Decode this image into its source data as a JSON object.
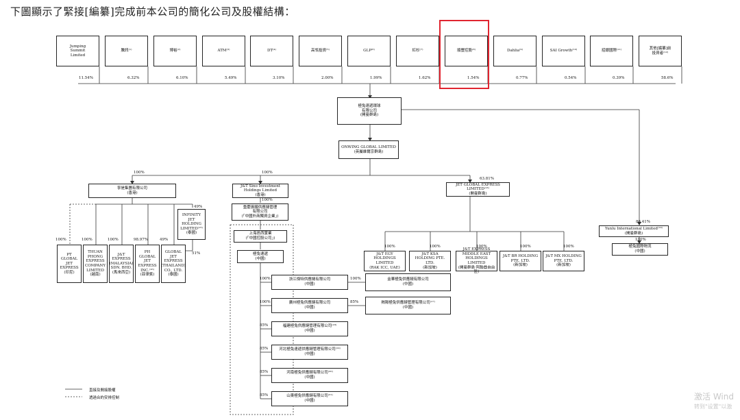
{
  "heading": "下圖顯示了緊接[編纂]完成前本公司的簡化公司及股權結構：",
  "shareholders": [
    {
      "name": "Jumping\nSummit\nLimited",
      "pct": "11.54%"
    },
    {
      "name": "騰訊⁽¹⁾",
      "pct": "6.32%"
    },
    {
      "name": "博裕⁽²⁾",
      "pct": "6.10%"
    },
    {
      "name": "ATM⁽³⁾",
      "pct": "5.49%"
    },
    {
      "name": "DT⁽⁴⁾",
      "pct": "3.10%"
    },
    {
      "name": "高瓴投資⁽⁵⁾",
      "pct": "2.00%"
    },
    {
      "name": "GLP⁽⁶⁾",
      "pct": "1.99%"
    },
    {
      "name": "紅杉⁽⁷⁾",
      "pct": "1.62%"
    },
    {
      "name": "順豐控股⁽⁸⁾",
      "pct": "1.54%"
    },
    {
      "name": "Dahlia⁽⁹⁾",
      "pct": "0.77%"
    },
    {
      "name": "SAI Growth⁽¹⁰⁾",
      "pct": "0.54%"
    },
    {
      "name": "招銀國際⁽¹¹⁾",
      "pct": "0.39%"
    },
    {
      "name": "其他[編纂]前\n投資者⁽¹²⁾",
      "pct": "58.6%"
    }
  ],
  "company": "極兔速遞環球\n有限公司\n(開曼群島)",
  "onwing": "ONWING GLOBAL LIMITED\n(英屬維爾京群島)",
  "branches": {
    "hk": {
      "pct": "100%",
      "name": "寧是集團有限公司\n(香港)"
    },
    "sino": {
      "pct": "100%",
      "name": "J&T Sino Investment\nHoldings Limited\n(香港)"
    },
    "jet": {
      "pct": "63.81%",
      "name": "JET GLOBAL EXPRESS LIMITED⁽¹³⁾\n(開曼群島)"
    },
    "yunlu": {
      "pct": "86.41%",
      "name": "Yunlu International Limited⁽¹⁴⁾\n(開曼群島)"
    }
  },
  "infinity": {
    "pct": "49%",
    "name": "INFINITY\nJET\nHOLDING\nLIMITED⁽¹⁵⁾\n(泰國)",
    "pct2": "51%"
  },
  "sea_subs": [
    {
      "pct": "100%",
      "name": "PT\nGLOBAL\nJET\nEXPRESS\n(印尼)"
    },
    {
      "pct": "100%",
      "name": "THUAN\nPHONG\nEXPRESS\nCOMPANY\nLIMITED\n(越南)"
    },
    {
      "pct": "100%",
      "name": "J&T\nEXPRESS\n(MALAYSIA)\nSDN. BHD.\n(馬來西亞)"
    },
    {
      "pct": "98.97%",
      "name": "PH\nGLOBAL\nJET\nEXPRESS\nINC.⁽¹⁶⁾\n(菲律賓)"
    },
    {
      "pct": "49%",
      "name": "GLOBAL\nJET\nEXPRESS\n(THAILAND)\nCO., LTD.\n(泰國)"
    }
  ],
  "sino_chain": {
    "pct": "100%",
    "wfoe": "重慶振鐵供應鏈管理\n有限公司\n(「中國外商獨資企業」)",
    "shanghai": "上海邑西實業\n(「中國控股公司」)",
    "jitu": "極兔速遞\n(中國)"
  },
  "prc_subs": [
    {
      "pct": "100%",
      "name": "浙江傑特供應鏈有限公司\n(中國)",
      "sub_pct": "100%",
      "sub_name": "金華極兔供應鏈有限公司\n(中國)"
    },
    {
      "pct": "100%",
      "name": "廣州極兔供應鏈有限公司\n(中國)",
      "sub_pct": "85%",
      "sub_name": "揭陽極兔供應鏈管理有限公司⁽¹⁷⁾\n(中國)"
    },
    {
      "pct": "85%",
      "name": "福建極兔供應鏈管理有限公司⁽¹⁸⁾\n(中國)"
    },
    {
      "pct": "85%",
      "name": "河北極兔速遞供應鏈管理有限公司⁽¹⁹⁾\n(中國)"
    },
    {
      "pct": "85%",
      "name": "河南極兔供應鏈有限公司⁽²⁰⁾\n(中國)"
    },
    {
      "pct": "85%",
      "name": "山東極兔供應鏈有限公司⁽²¹⁾\n(中國)"
    }
  ],
  "jet_subs": [
    {
      "pct": "100%",
      "name": "J&T EGY\nHOLDINGS\nLIMITED\n(RAK ICC, UAE)"
    },
    {
      "pct": "100%",
      "name": "J&T KSA\nHOLDING PTE.\nLTD.\n(新加坡)"
    },
    {
      "pct": "100%",
      "name": "J&T EXPRESS\nMIDDLE EAST\nHOLDINGS LIMITED\n(開曼群島·阿聯酋自由區)"
    },
    {
      "pct": "100%",
      "name": "J&T BR HOLDING\nPTE. LTD.\n(新加坡)"
    },
    {
      "pct": "100%",
      "name": "J&T MX HOLDING\nPTE. LTD.\n(新加坡)"
    }
  ],
  "yunlu_sub": {
    "pct": "100%",
    "name": "極兔國際物流\n(中國)"
  },
  "legend": {
    "solid": "直接及間接股權",
    "dashed": "透過合約安排控制"
  },
  "watermark": {
    "line1": "激活 Wind",
    "line2": "转到\"设置\"以激"
  },
  "colors": {
    "highlight": "#e0242f",
    "line": "#333333"
  }
}
